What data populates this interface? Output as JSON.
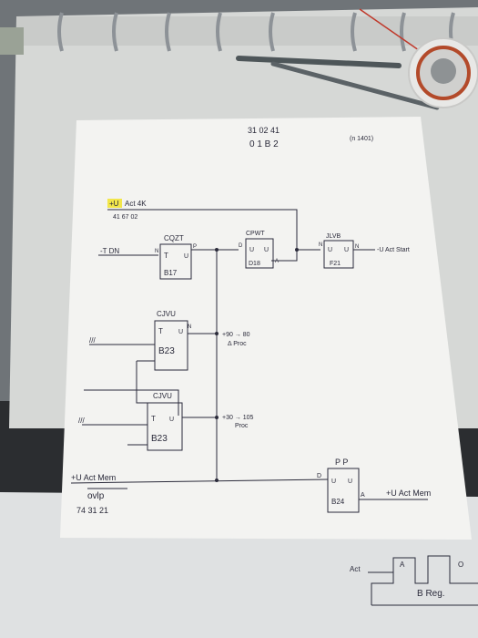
{
  "sheet_header": {
    "line1": "31 02 41",
    "line2": "0 1 B 2",
    "corner_note": "(n 1401)"
  },
  "top_left": {
    "highlighted": "+U",
    "after_highlight": "Act 4K",
    "code": "41 67 02"
  },
  "inputs": {
    "t_dn": "-T DN",
    "slash_1": "///",
    "slash_2": "///"
  },
  "blocks": {
    "cqzt": {
      "title": "CQZT",
      "t": "T",
      "u": "U",
      "id": "B17",
      "in_pin": "N",
      "out_pin": "P"
    },
    "cpwt": {
      "title": "CPWT",
      "d": "D",
      "u1": "U",
      "u2": "U",
      "id": "D18",
      "out_pin": "A"
    },
    "jlvb": {
      "title": "JLVB",
      "u1": "U",
      "u2": "U",
      "id": "F21",
      "in_pin": "N",
      "out_pin": "N"
    },
    "cjvu1": {
      "title": "CJVU",
      "t": "T",
      "u": "U",
      "id": "B23",
      "out_pin": "N"
    },
    "cjvu2": {
      "title": "CJVU",
      "t": "T",
      "u": "U",
      "id": "B23"
    },
    "pp": {
      "title": "P P",
      "u1": "U",
      "u2": "U",
      "id": "B24",
      "in_pin": "D",
      "out_pin": "A"
    }
  },
  "signals": {
    "act_start": "-U Act Start",
    "proc1_line1": "+90 → 80",
    "proc1_line2": "Δ Proc",
    "proc2_line1": "+30 → 105",
    "proc2_line2": "Proc",
    "act_mem_left": "+U Act Mem",
    "ovlp": "ovlp",
    "bottom_code": "74 31 21",
    "act_mem_right": "+U Act Mem"
  },
  "bottom_right_sheet": {
    "label_act": "Act",
    "label_a": "A",
    "label_o": "O",
    "label_b_reg": "B Reg."
  },
  "colors": {
    "background": "#6f7478",
    "binder": "#d9dbd9",
    "paper": "#f3f3f1",
    "ink": "#2a2a3a",
    "highlight": "#f2e64a"
  }
}
